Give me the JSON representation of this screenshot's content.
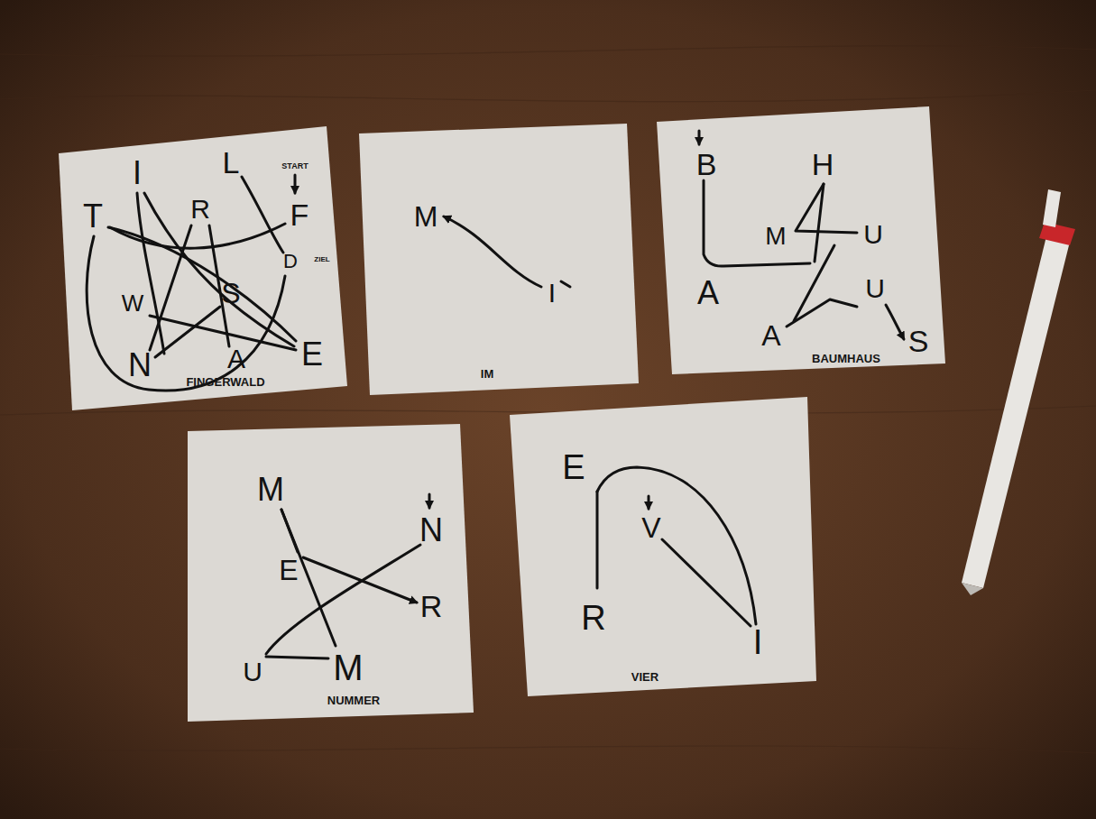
{
  "diagram": {
    "nodes": [
      {
        "text": [
          "FINGERWALD"
        ]
      },
      {
        "text": [
          "IM"
        ]
      },
      {
        "text": [
          "BAUMHAUS"
        ]
      },
      {
        "text": [
          "NUMMER"
        ]
      },
      {
        "text": [
          "VIER"
        ]
      }
    ],
    "labels": [
      "T",
      "I",
      "L",
      "R",
      "START",
      "F",
      "D",
      "ZIEL",
      "W",
      "S",
      "N",
      "A",
      "E",
      "M",
      "I",
      "B",
      "H",
      "M",
      "U",
      "A",
      "U",
      "A",
      "S",
      "M",
      "N",
      "E",
      "R",
      "U",
      "M",
      "E",
      "V",
      "R",
      "I"
    ]
  }
}
